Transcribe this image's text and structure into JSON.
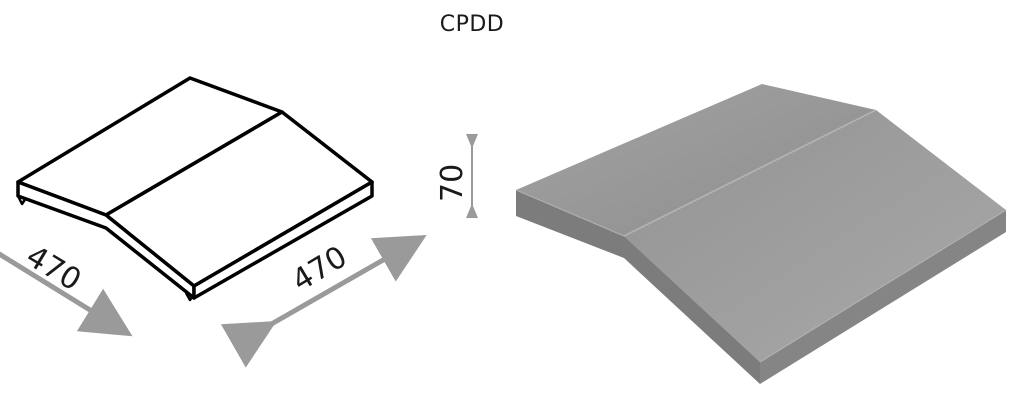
{
  "title": "CPDD",
  "dimensions": {
    "left_width": "470",
    "right_width": "470",
    "height": "70"
  },
  "colors": {
    "outline": "#000000",
    "arrow": "#9a9a9a",
    "render_top": "#8f8f8f",
    "render_slope": "#9b9b9b",
    "render_side": "#7a7a7a"
  }
}
